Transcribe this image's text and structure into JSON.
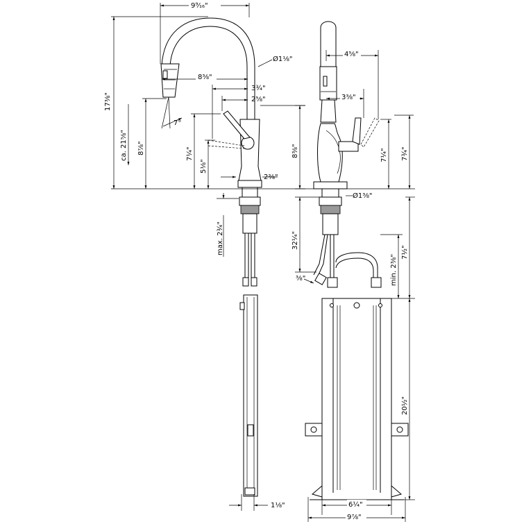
{
  "colors": {
    "line": "#000000",
    "background": "#ffffff"
  },
  "side_view": {
    "top_width": "9⁹⁄₁₆\"",
    "pipe_diameter": "Ø1⅛\"",
    "spout_reach": "8⅜\"",
    "reach_a": "3¾\"",
    "reach_b": "2⅝\"",
    "spray_angle": "7°",
    "total_height": "17⅜\"",
    "head_height": "ca. 21⅝\"",
    "outlet_height": "8⅞\"",
    "lever_height": "7¼\"",
    "body_height": "5⅛\"",
    "base_width": "2⅜\"",
    "max_thickness": "max. 2¾\"",
    "hose_gap": "1⅛\""
  },
  "front_view": {
    "head_offset": "4⅝\"",
    "lever_offset": "3⅜\"",
    "spout_height": "8⅜\"",
    "lever_height": "7¼\"",
    "total_height": "7¾\"",
    "base_diameter": "Ø1⅜\"",
    "shank_length": "32¼\"",
    "box_height_top": "7½\"",
    "hose_min": "min. 2⅜\"",
    "connection": "⅜\"",
    "box_height": "20½\"",
    "box_inner_width": "6¼\"",
    "box_outer_width": "9⅞\""
  }
}
